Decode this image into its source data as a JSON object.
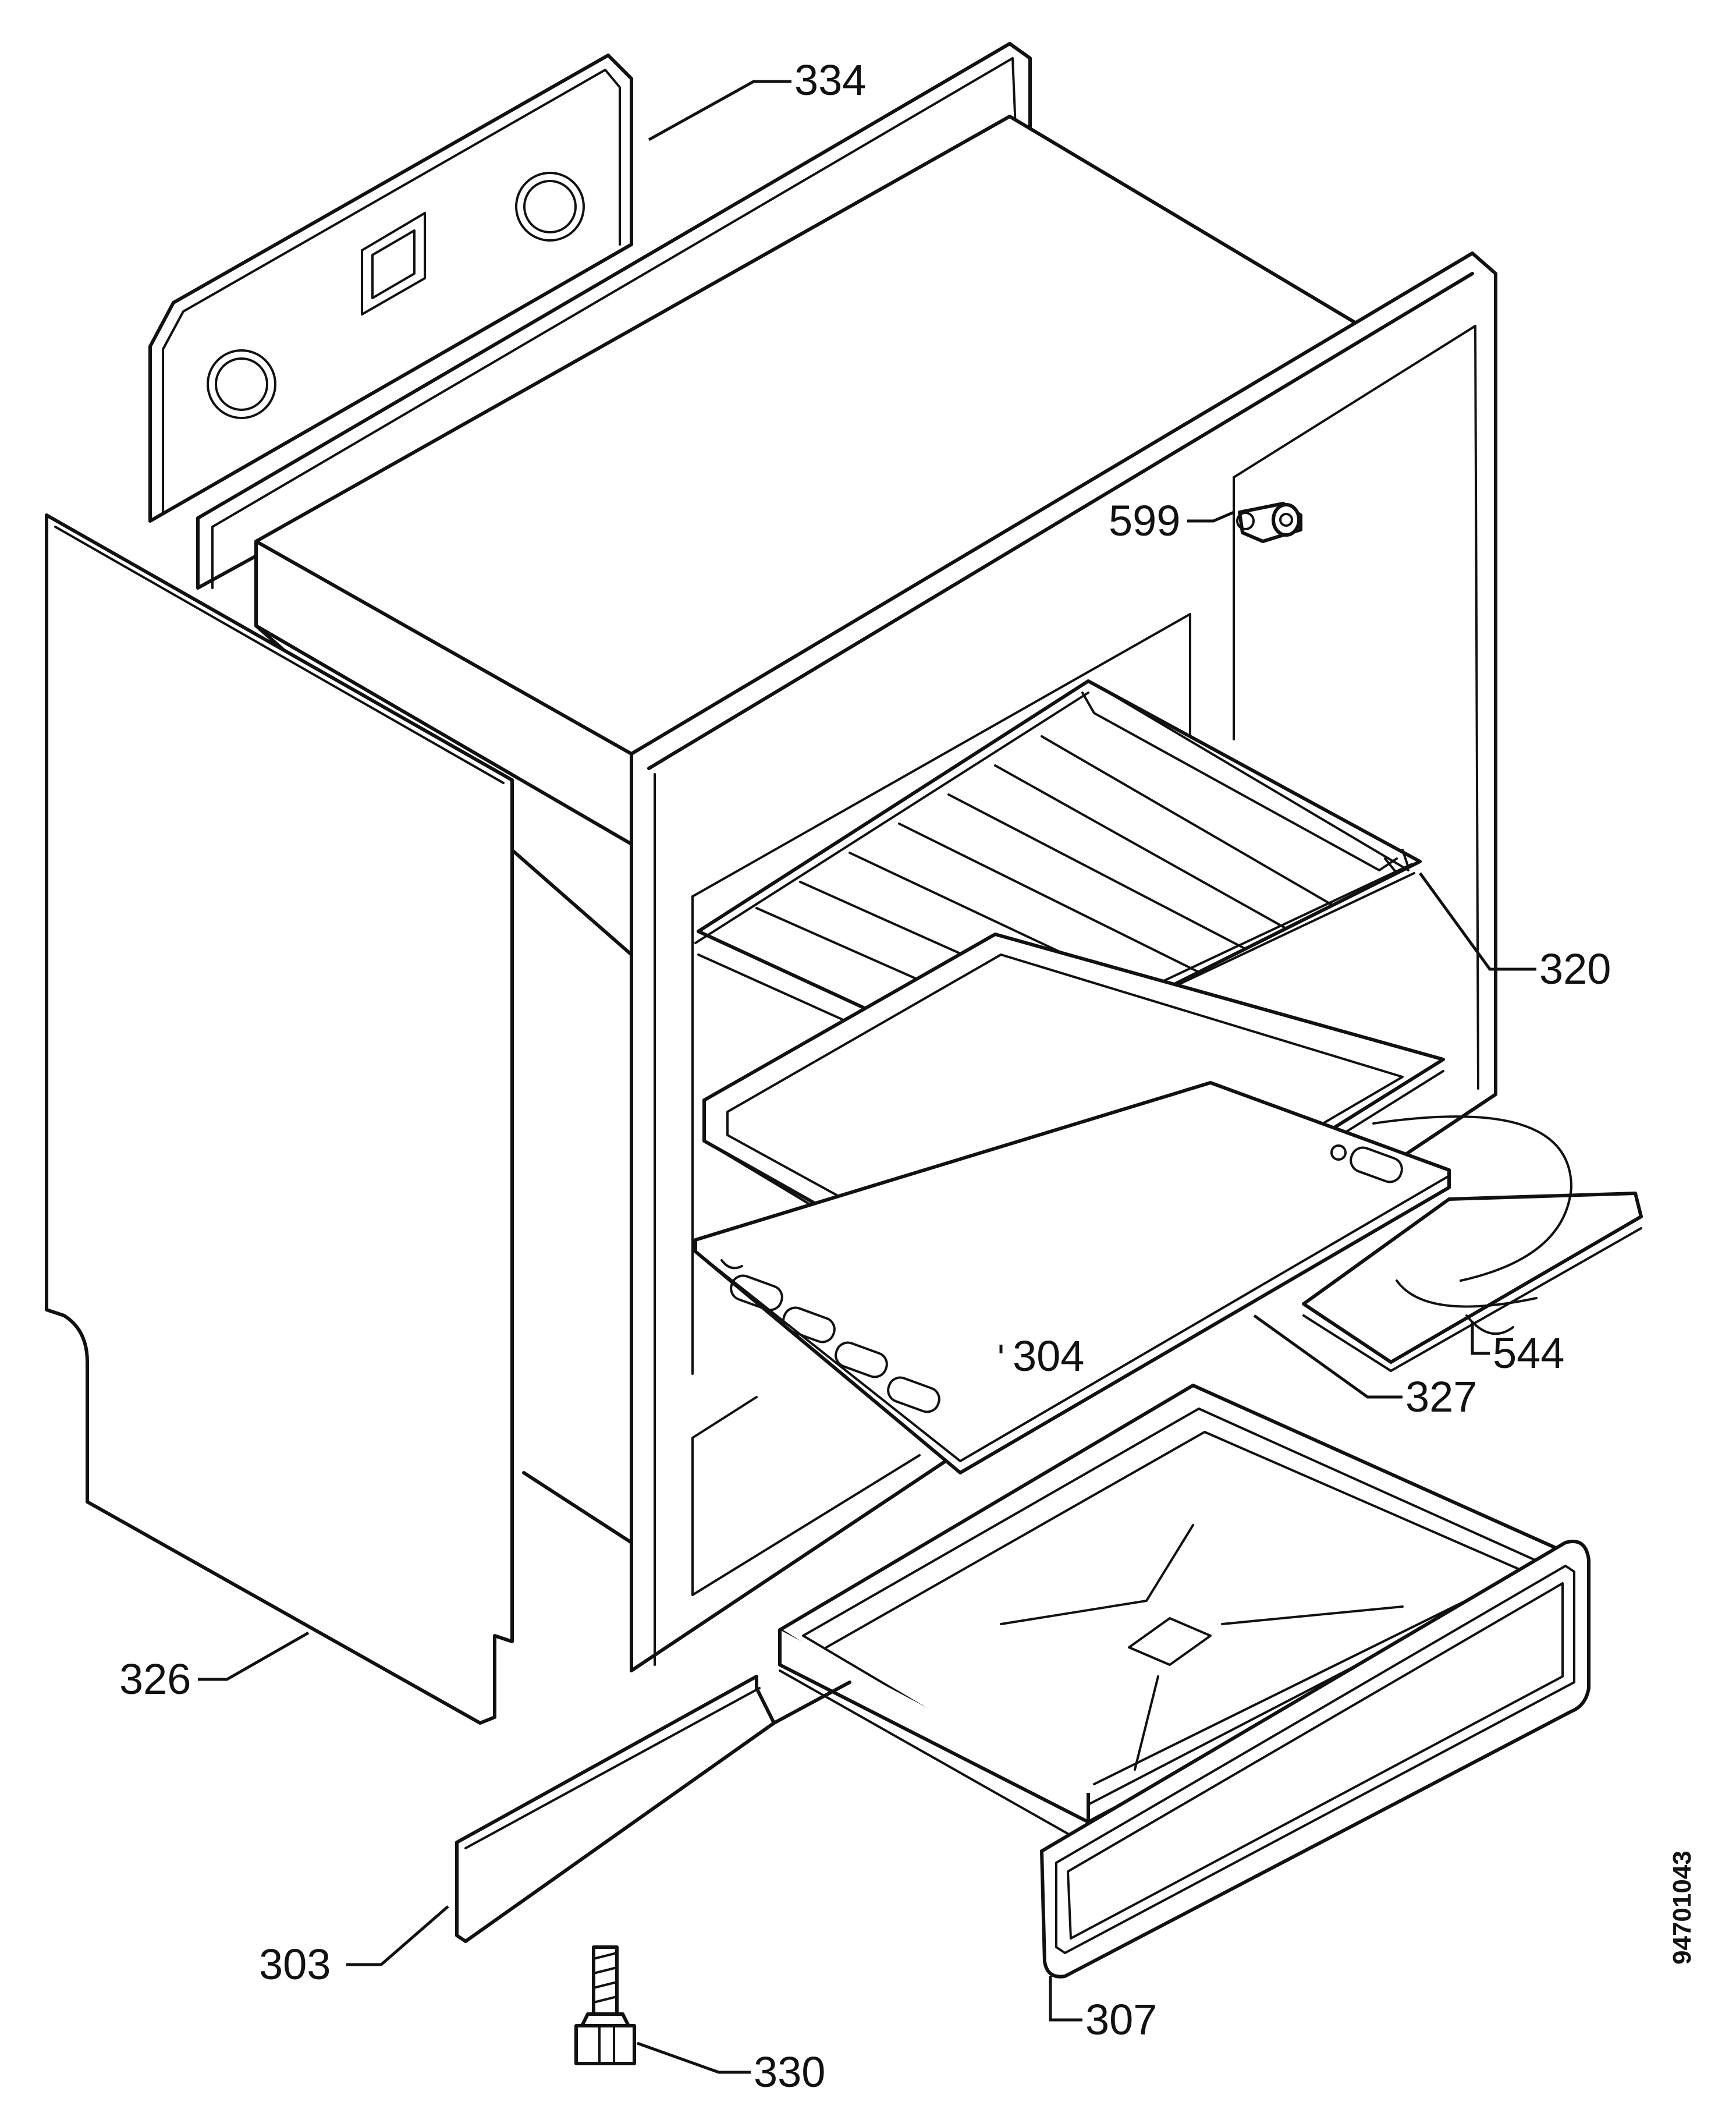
{
  "diagram": {
    "document_number": "94701043",
    "callouts": {
      "c334": "334",
      "c599": "599",
      "c320": "320",
      "c304": "304",
      "c544": "544",
      "c327": "327",
      "c326": "326",
      "c303": "303",
      "c307": "307",
      "c330": "330"
    }
  }
}
